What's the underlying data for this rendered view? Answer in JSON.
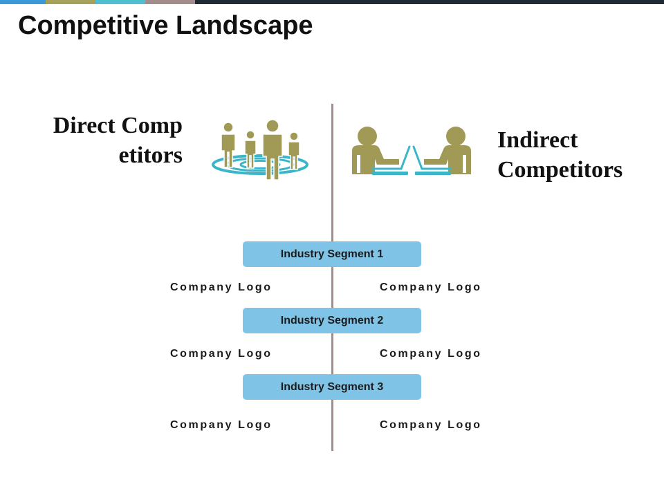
{
  "title": "Competitive Landscape",
  "top_bar_colors": [
    "#3a9ad9",
    "#a5a05a",
    "#4dbfcf",
    "#a38c8c",
    "#1f2a33"
  ],
  "direct": {
    "heading": "Direct Competitors",
    "icon": "people-group-icon",
    "color": "#a19a56",
    "ring_color": "#3bb6c8"
  },
  "indirect": {
    "heading": "Indirect Competitors",
    "icon": "two-people-laptops-icon",
    "color": "#a19a56",
    "laptop_color": "#3bb6c8"
  },
  "segments": [
    {
      "label": "Industry Segment 1",
      "left_logo": "Company Logo",
      "right_logo": "Company Logo"
    },
    {
      "label": "Industry Segment 2",
      "left_logo": "Company Logo",
      "right_logo": "Company Logo"
    },
    {
      "label": "Industry Segment 3",
      "left_logo": "Company Logo",
      "right_logo": "Company Logo"
    }
  ],
  "segment_color": "#7fc3e6",
  "divider_color": "#a28d8d"
}
